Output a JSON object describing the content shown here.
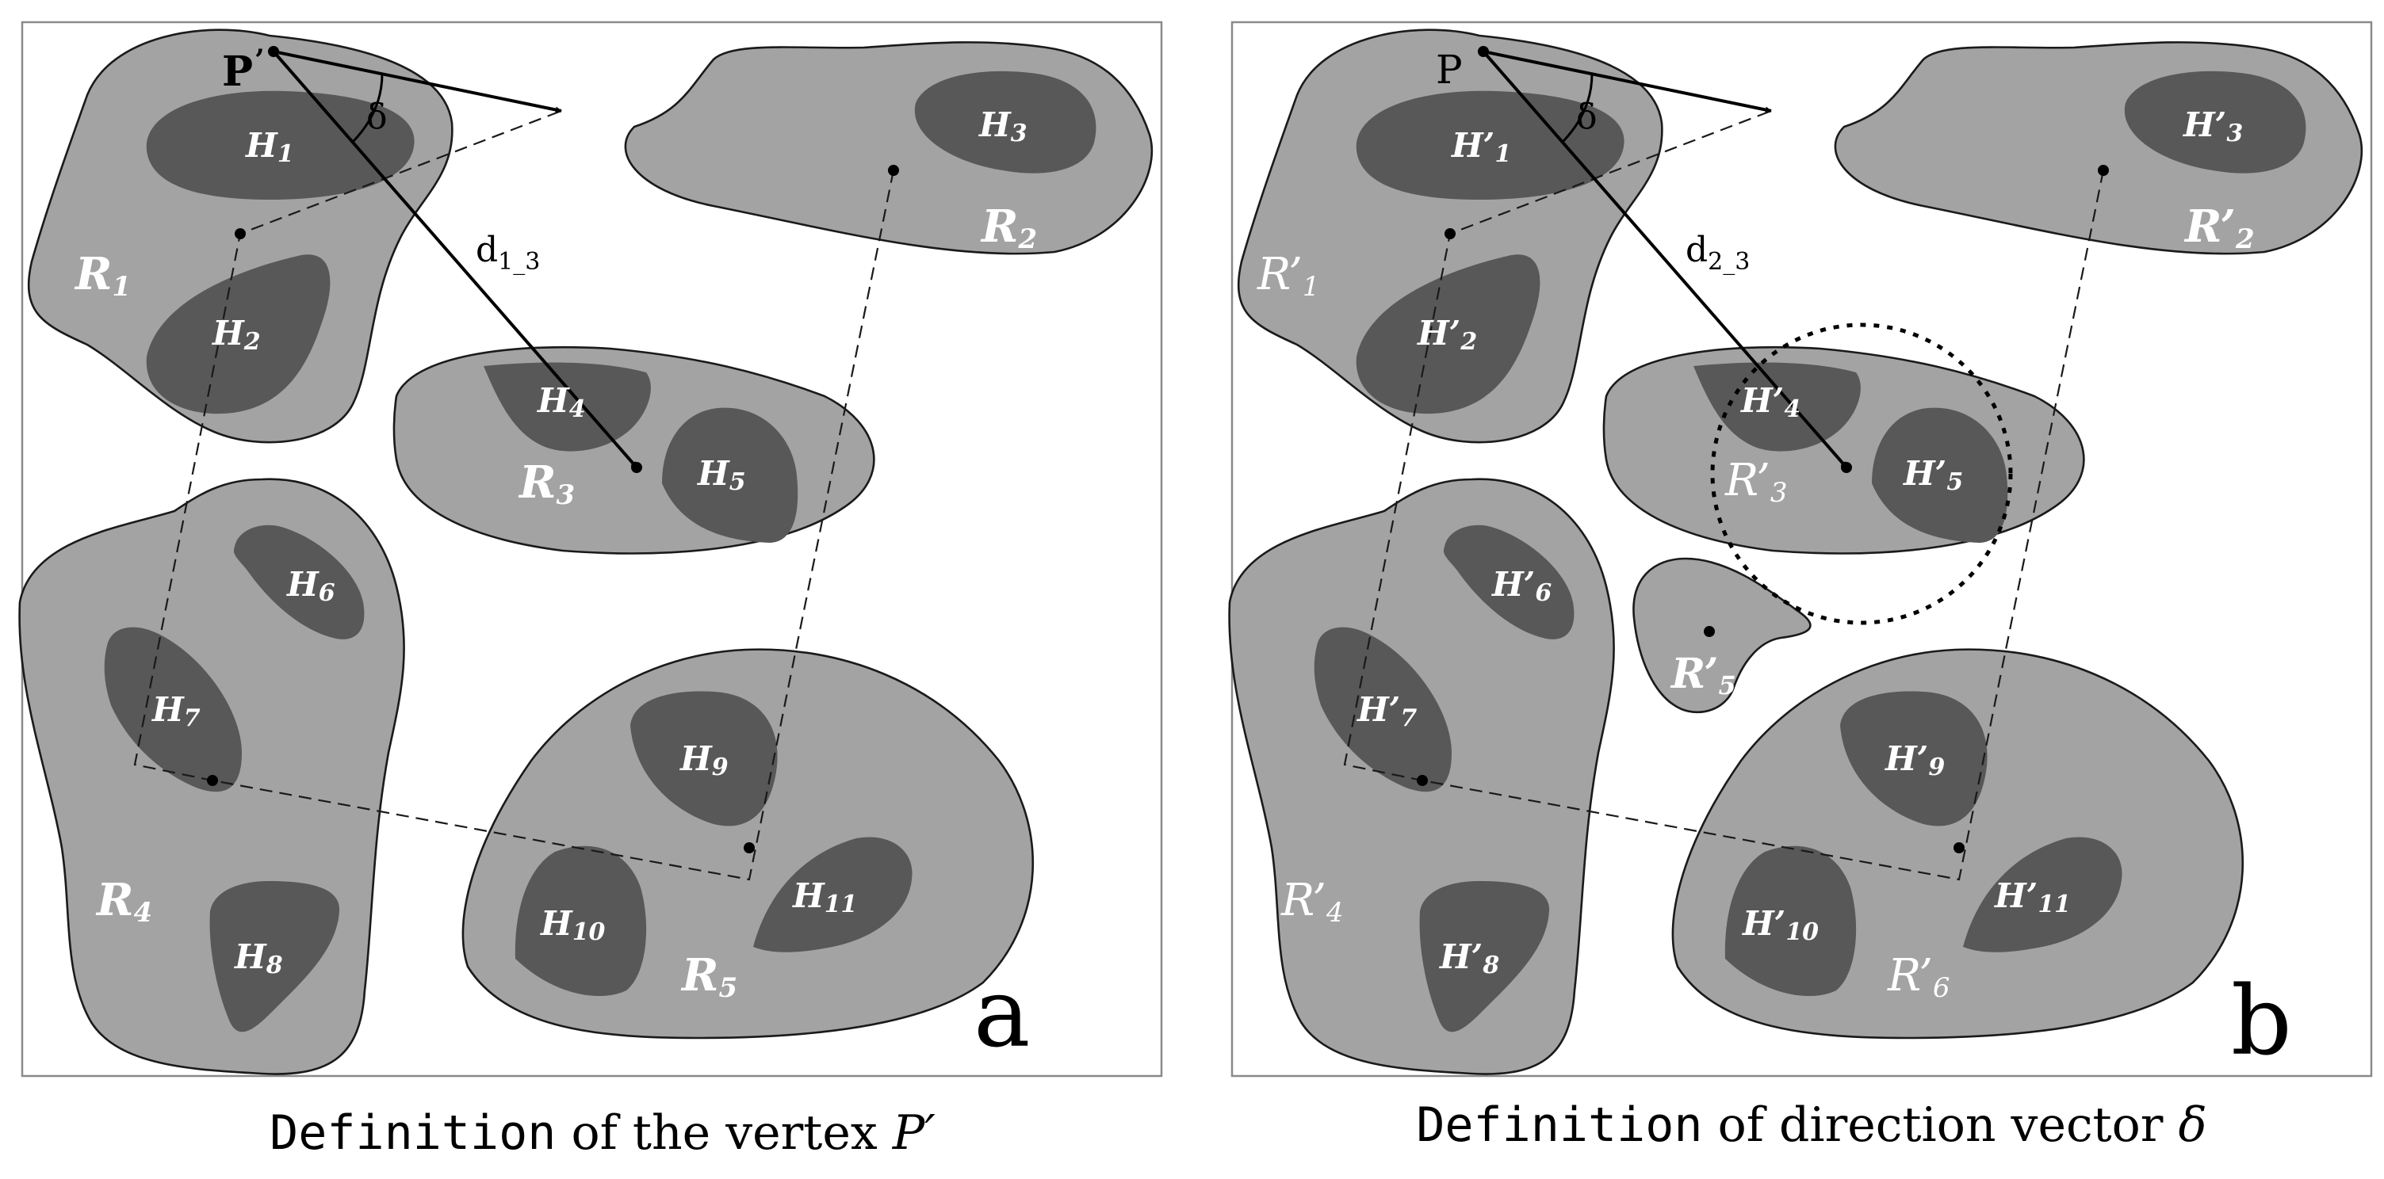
{
  "panel_a": {
    "letter": "a",
    "vertex": "P",
    "vertex_prime": "’",
    "angle": "δ",
    "distance": {
      "base": "d",
      "sub": "1_3"
    },
    "regions": {
      "r1": {
        "base": "R",
        "sub": "1"
      },
      "r2": {
        "base": "R",
        "sub": "2"
      },
      "r3": {
        "base": "R",
        "sub": "3"
      },
      "r4": {
        "base": "R",
        "sub": "4"
      },
      "r5": {
        "base": "R",
        "sub": "5"
      }
    },
    "holes": {
      "h1": {
        "base": "H",
        "sub": "1"
      },
      "h2": {
        "base": "H",
        "sub": "2"
      },
      "h3": {
        "base": "H",
        "sub": "3"
      },
      "h4": {
        "base": "H",
        "sub": "4"
      },
      "h5": {
        "base": "H",
        "sub": "5"
      },
      "h6": {
        "base": "H",
        "sub": "6"
      },
      "h7": {
        "base": "H",
        "sub": "7"
      },
      "h8": {
        "base": "H",
        "sub": "8"
      },
      "h9": {
        "base": "H",
        "sub": "9"
      },
      "h10": {
        "base": "H",
        "sub": "10"
      },
      "h11": {
        "base": "H",
        "sub": "11"
      }
    }
  },
  "panel_b": {
    "letter": "b",
    "vertex": "P",
    "angle": "δ",
    "distance": {
      "base": "d",
      "sub": "2_3"
    },
    "regions": {
      "r1": {
        "base": "R’",
        "sub": "1"
      },
      "r2": {
        "base": "R’",
        "sub": "2"
      },
      "r3": {
        "base": "R’",
        "sub": "3"
      },
      "r4": {
        "base": "R’",
        "sub": "4"
      },
      "r5": {
        "base": "R’",
        "sub": "5"
      },
      "r6": {
        "base": "R’",
        "sub": "6"
      }
    },
    "holes": {
      "h1": {
        "base": "H’",
        "sub": "1"
      },
      "h2": {
        "base": "H’",
        "sub": "2"
      },
      "h3": {
        "base": "H’",
        "sub": "3"
      },
      "h4": {
        "base": "H’",
        "sub": "4"
      },
      "h5": {
        "base": "H’",
        "sub": "5"
      },
      "h6": {
        "base": "H’",
        "sub": "6"
      },
      "h7": {
        "base": "H’",
        "sub": "7"
      },
      "h8": {
        "base": "H’",
        "sub": "8"
      },
      "h9": {
        "base": "H’",
        "sub": "9"
      },
      "h10": {
        "base": "H’",
        "sub": "10"
      },
      "h11": {
        "base": "H’",
        "sub": "11"
      }
    }
  },
  "captions": {
    "a": {
      "mono": "Definition",
      "text": " of the vertex ",
      "symbol": "P′"
    },
    "b": {
      "mono": "Definition",
      "text": " of direction vector ",
      "symbol": "δ"
    }
  }
}
